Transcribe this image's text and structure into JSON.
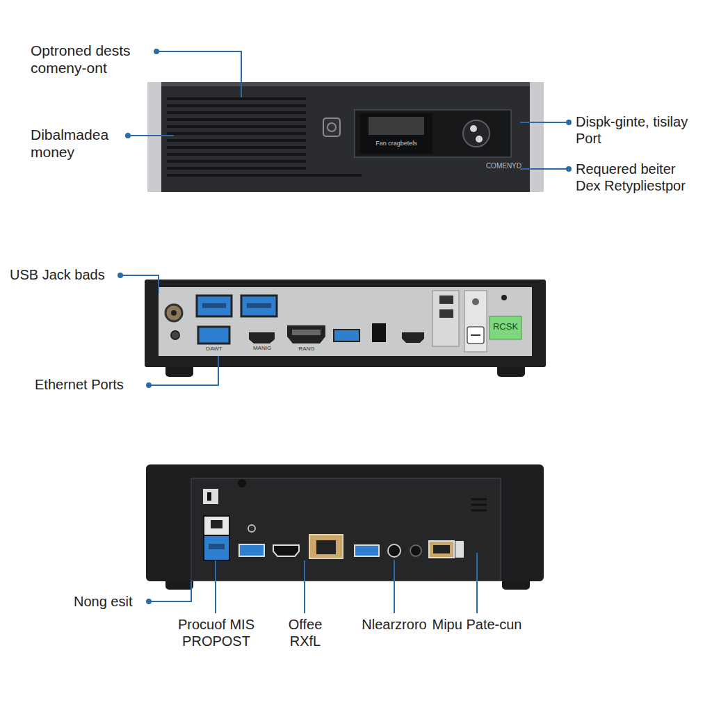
{
  "diagram": {
    "labels": [
      "Optroned dests comeny-ont",
      "Dibalmadea money",
      "Dispk-ginte, tisilay Port",
      "Requered beiter Dex Retypliestpor",
      "USB Jack bads",
      "Ethernet Ports",
      "Nong esit",
      "Procuof MIS PROPOST",
      "Offee RXfL",
      "Nlearzroro",
      "Mipu Pate-cun",
      "Fan cragbetels",
      "COMENYD",
      "DAWT",
      "MANIG",
      "RANG",
      "RCSK"
    ]
  }
}
